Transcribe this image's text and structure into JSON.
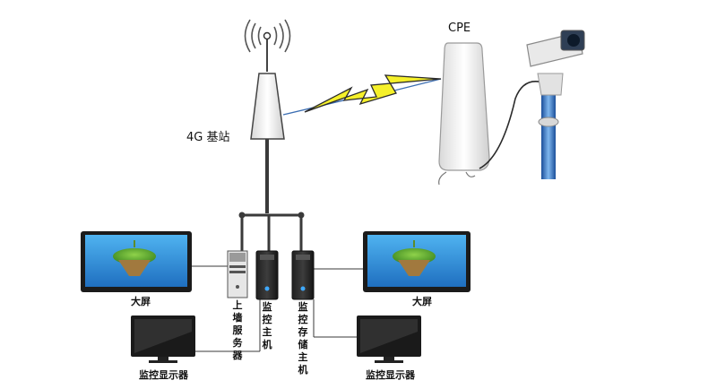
{
  "labels": {
    "base_station": "4G 基站",
    "cpe": "CPE",
    "big_screen_left": "大屏",
    "big_screen_right": "大屏",
    "monitor_display_left": "监控显示器",
    "monitor_display_right": "监控显示器",
    "wall_server": "上墙服务器",
    "monitor_host": "监控主机",
    "storage_host": "监控存储主机"
  },
  "colors": {
    "cable": "#3a3a3a",
    "bolt": "#f5f02a",
    "bolt_edge": "#2a2a2a",
    "link_line": "#3d6fb3",
    "screen_bezel": "#1b1b1b",
    "screen_sky": "#3fa0e6"
  },
  "icons": [
    "antenna-icon",
    "signal-waves-icon",
    "lightning-bolt-icon",
    "cpe-device-icon",
    "surveillance-camera-icon",
    "tv-screen-icon",
    "server-tower-icon",
    "monitor-icon"
  ]
}
